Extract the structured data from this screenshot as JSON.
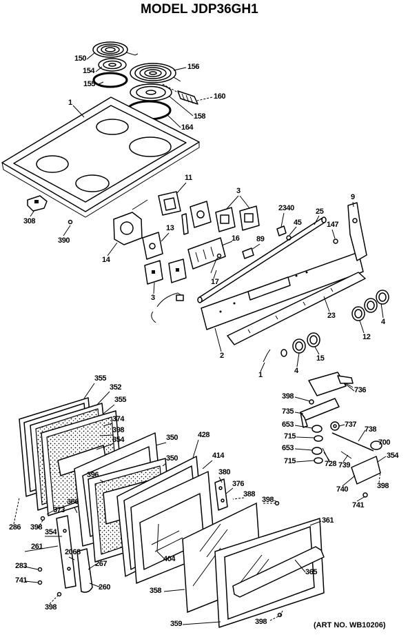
{
  "title": "MODEL JDP36GH1",
  "art_number": "(ART NO. WB10206)",
  "callouts": [
    "150",
    "154",
    "155",
    "156",
    "160",
    "158",
    "164",
    "1",
    "308",
    "390",
    "11",
    "3",
    "2340",
    "25",
    "9",
    "45",
    "147",
    "13",
    "16",
    "89",
    "14",
    "3",
    "17",
    "23",
    "4",
    "12",
    "2",
    "15",
    "4",
    "1",
    "355",
    "352",
    "355",
    "374",
    "398",
    "354",
    "350",
    "428",
    "350",
    "414",
    "736",
    "398",
    "735",
    "737",
    "738",
    "653",
    "715",
    "700",
    "653",
    "715",
    "728",
    "739",
    "354",
    "398",
    "740",
    "741",
    "396",
    "380",
    "376",
    "388",
    "398",
    "361",
    "373",
    "386",
    "398",
    "354",
    "286",
    "261",
    "2068",
    "404",
    "267",
    "283",
    "741",
    "260",
    "365",
    "358",
    "398",
    "359",
    "398"
  ]
}
